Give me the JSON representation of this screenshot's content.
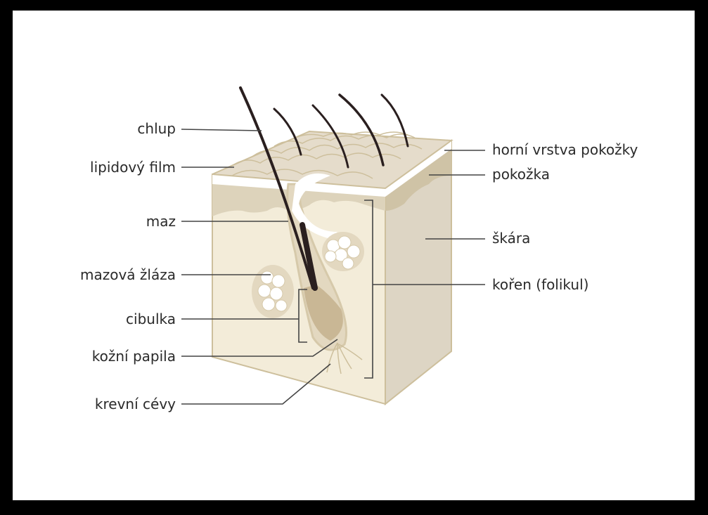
{
  "title": "Stavba kůže a chlupu",
  "labels_left": [
    "chlup",
    "lipidový film",
    "maz",
    "mazová žláza",
    "cibulka",
    "kožní papila",
    "krevní cévy"
  ],
  "labels_right": [
    "horní vrstva pokožky",
    "pokožka",
    "škára",
    "kořen (folikul)"
  ],
  "colors": {
    "dermis": "#f3ecd9",
    "dermis_side": "#ddd5c4",
    "epidermis": "#d9cfb8",
    "outline": "#cdbf9c",
    "hair": "#2a1f1f",
    "bulb": "#c9b795",
    "line": "#444444"
  }
}
